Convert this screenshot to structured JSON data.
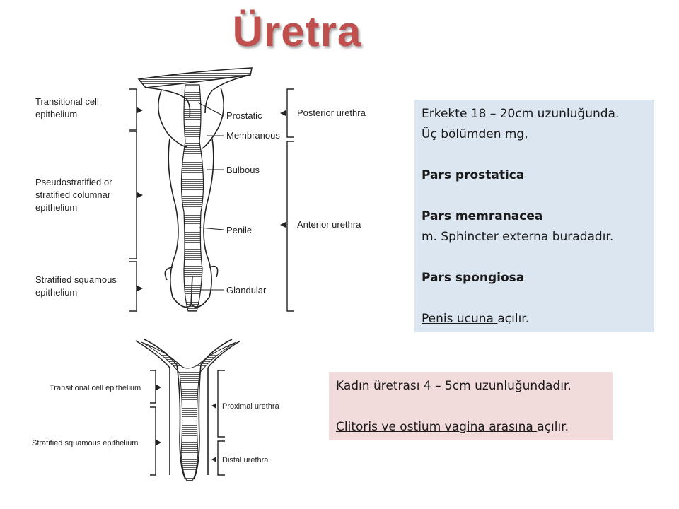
{
  "title": "Üretra",
  "male_diagram": {
    "left_labels": [
      [
        "Transitional cell",
        "epithelium"
      ],
      [
        "Pseudostratified or",
        "stratified columnar",
        "epithelium"
      ],
      [
        "Stratified squamous",
        "epithelium"
      ]
    ],
    "mid_labels": [
      "Prostatic",
      "Membranous",
      "Bulbous",
      "Penile",
      "Glandular"
    ],
    "right_labels": [
      "Posterior urethra",
      "Anterior urethra"
    ]
  },
  "female_diagram": {
    "left_labels": [
      "Transitional cell epithelium",
      "Stratified squamous epithelium"
    ],
    "right_labels": [
      "Proximal urethra",
      "Distal urethra"
    ]
  },
  "male_box": {
    "line1": "Erkekte 18 – 20cm uzunluğunda.",
    "line2": "Üç bölümden mg,",
    "part1": "Pars prostatica",
    "part2": "Pars memranacea",
    "part2_note": "m. Sphincter externa buradadır.",
    "part3": "Pars spongiosa",
    "opening_underlined": "Penis ucuna ",
    "opening_rest": "açılır."
  },
  "female_box": {
    "line1": "Kadın üretrası 4 – 5cm uzunluğundadır.",
    "opening_underlined": "Clitoris ve ostium vagina arasına ",
    "opening_rest": "açılır."
  }
}
